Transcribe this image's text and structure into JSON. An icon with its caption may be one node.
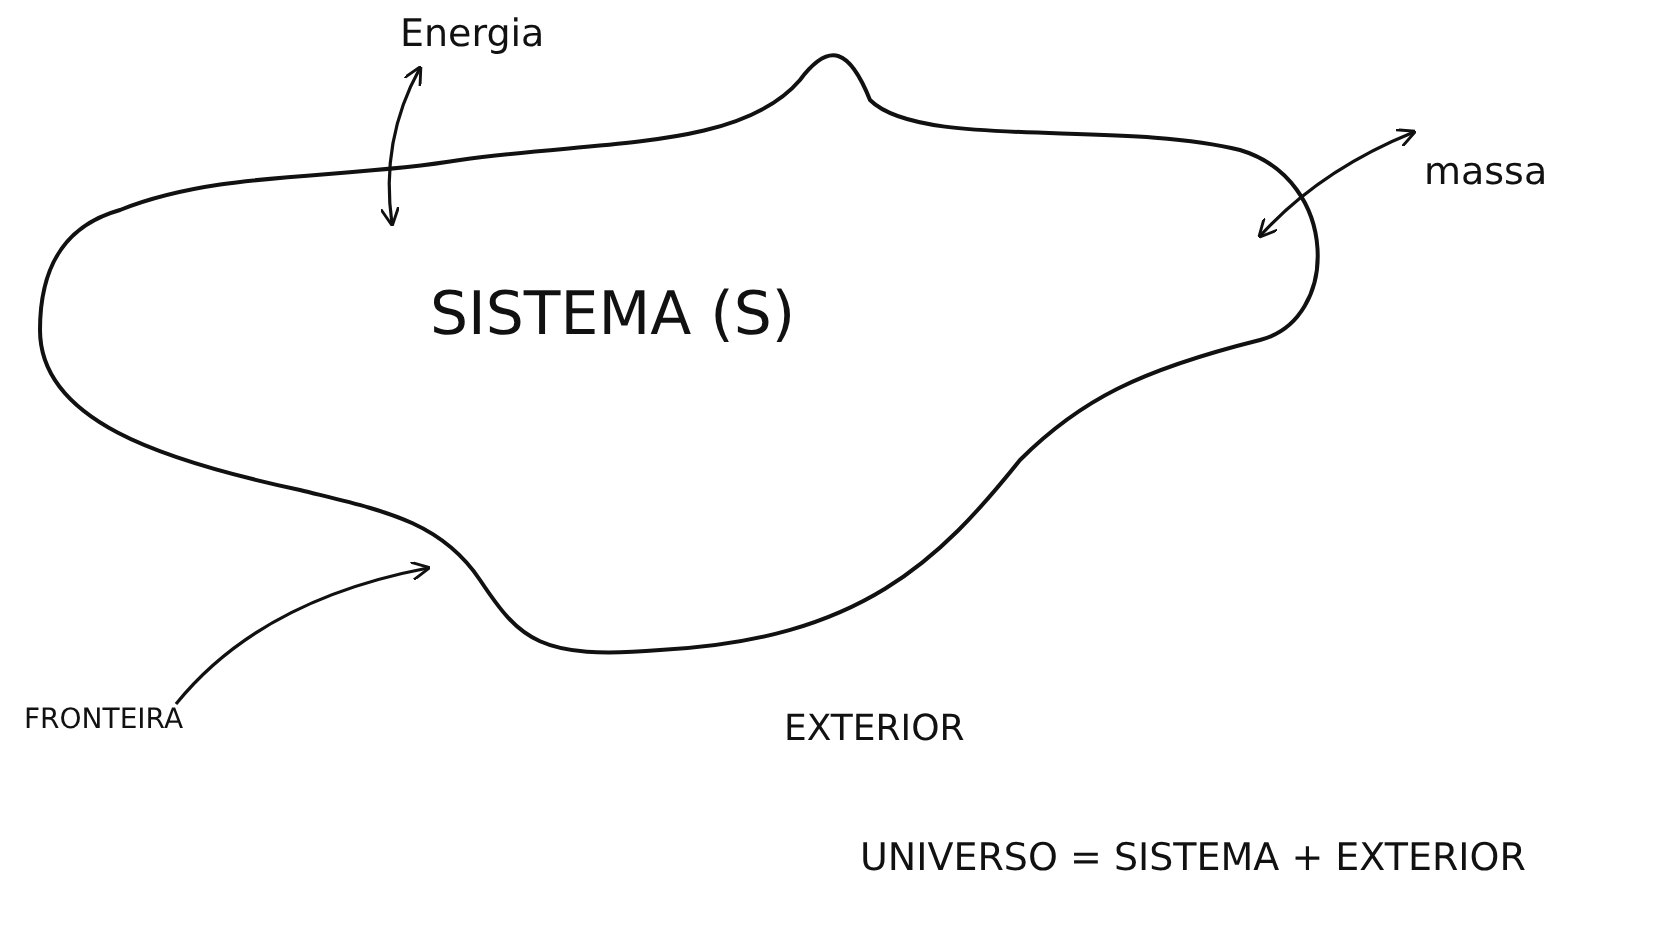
{
  "diagram": {
    "nodes": [
      {
        "text": [
          "SISTEMA (S)"
        ]
      },
      {
        "text": [
          "Energia"
        ]
      },
      {
        "text": [
          "massa"
        ]
      },
      {
        "text": [
          "FRONTEIRA"
        ]
      }
    ],
    "edges": [
      {
        "from": 1,
        "to": 0,
        "arrow": "both"
      },
      {
        "from": 2,
        "to": 0,
        "arrow": "both"
      },
      {
        "from": 3,
        "to": 0,
        "arrow": "to"
      }
    ],
    "labels": [
      "EXTERIOR",
      "UNIVERSO = SISTEMA + EXTERIOR"
    ]
  }
}
